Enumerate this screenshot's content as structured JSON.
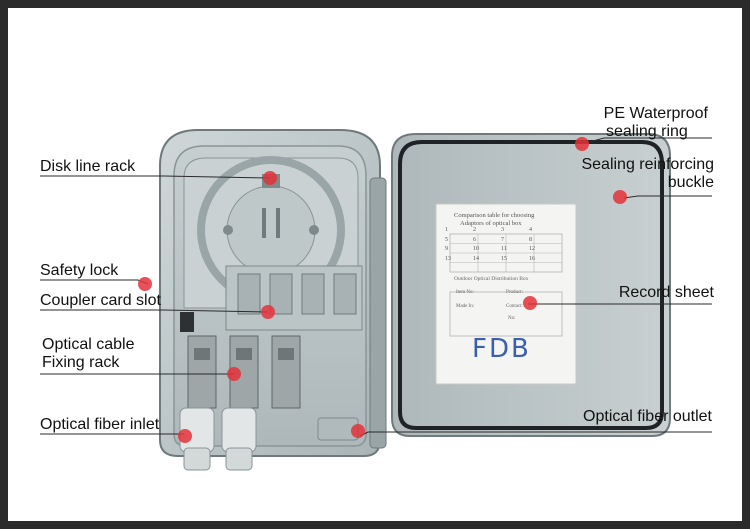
{
  "labels": {
    "disk_line_rack": "Disk line rack",
    "safety_lock": "Safety lock",
    "coupler_card_slot": "Coupler card slot",
    "optical_cable_line1": "Optical cable",
    "optical_cable_line2": "Fixing rack",
    "optical_fiber_inlet": "Optical fiber inlet",
    "pe_waterproof_line1": "PE Waterproof",
    "pe_waterproof_line2": "sealing ring",
    "sealing_reinforcing_line1": "Sealing reinforcing",
    "sealing_reinforcing_line2": "buckle",
    "record_sheet": "Record sheet",
    "optical_fiber_outlet": "Optical fiber outlet"
  },
  "record_sheet": {
    "title_line1": "Comparison table for choosing",
    "title_line2": "Adaptors of optical box",
    "grid": [
      [
        "1",
        "2",
        "3",
        "4"
      ],
      [
        "5",
        "6",
        "7",
        "8"
      ],
      [
        "9",
        "10",
        "11",
        "12"
      ],
      [
        "13",
        "14",
        "15",
        "16"
      ]
    ],
    "section_title": "Outdoor Optical Distribution Box",
    "item_no": "Item No:",
    "product": "Product:",
    "made_in": "Made In:",
    "contact": "Contact:",
    "no": "No:",
    "brand": "FDB"
  },
  "colors": {
    "marker": "#e3333a",
    "enclosure": "#b9c3c5",
    "line": "#2a2a2a"
  }
}
